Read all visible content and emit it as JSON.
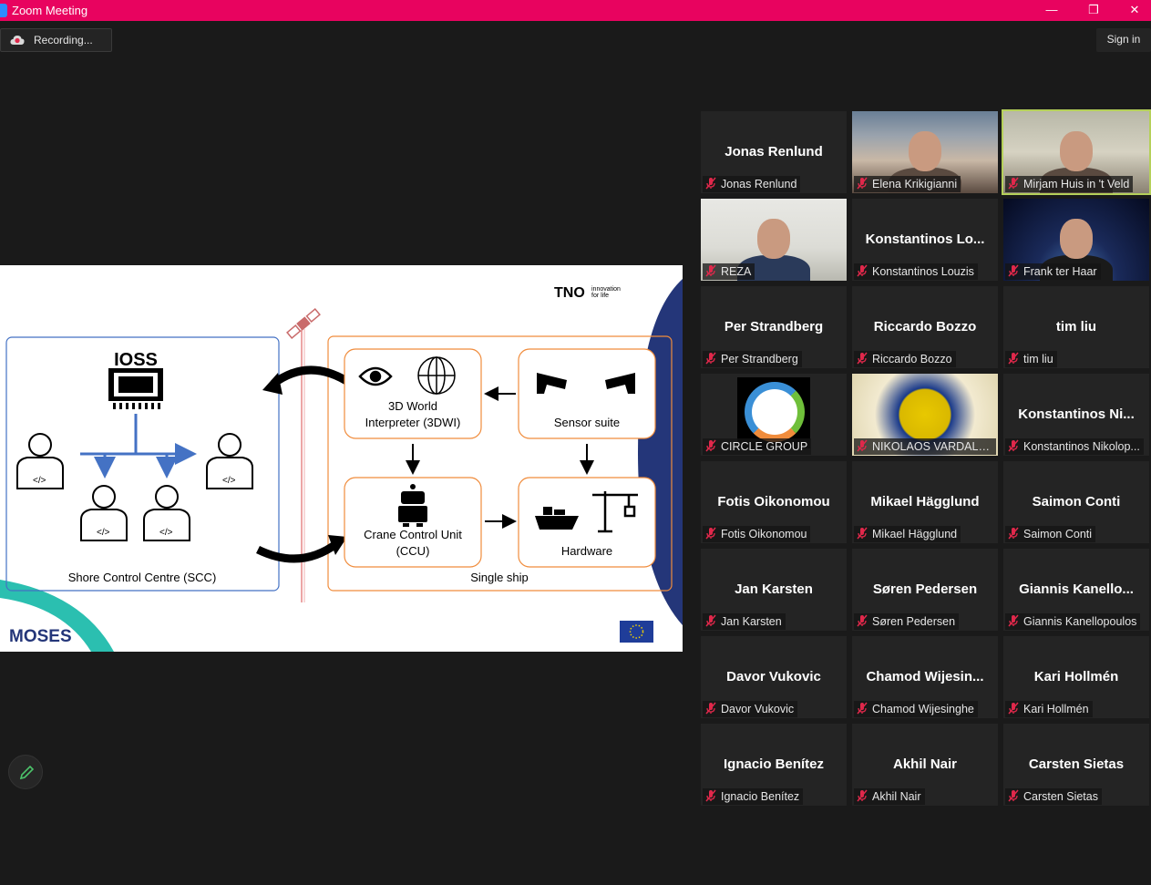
{
  "window": {
    "title": "Zoom Meeting",
    "minimize": "—",
    "restore": "❐",
    "close": "✕"
  },
  "recording": {
    "label": "Recording..."
  },
  "signin": {
    "label": "Sign in"
  },
  "slide": {
    "ioss": "IOSS",
    "tno": "TNO",
    "tno_tag1": "innovation",
    "tno_tag2": "for life",
    "wi_line1": "3D World",
    "wi_line2": "Interpreter (3DWI)",
    "sensor": "Sensor suite",
    "ccu_line1": "Crane Control Unit",
    "ccu_line2": "(CCU)",
    "hardware": "Hardware",
    "scc": "Shore Control Centre (SCC)",
    "ship": "Single ship",
    "moses": "MOSES"
  },
  "participants": [
    {
      "name": "Jonas Renlund",
      "big": "Jonas Renlund",
      "video": false
    },
    {
      "name": "Elena Krikigianni",
      "big": "",
      "video": true
    },
    {
      "name": "Mirjam Huis in 't Veld",
      "big": "",
      "video": true,
      "active": true
    },
    {
      "name": "REZA",
      "big": "",
      "video": true
    },
    {
      "name": "Konstantinos Louzis",
      "big": "Konstantinos  Lo...",
      "video": false
    },
    {
      "name": "Frank ter Haar",
      "big": "",
      "video": true
    },
    {
      "name": "Per Strandberg",
      "big": "Per Strandberg",
      "video": false
    },
    {
      "name": "Riccardo Bozzo",
      "big": "Riccardo Bozzo",
      "video": false
    },
    {
      "name": "tim liu",
      "big": "tim liu",
      "video": false
    },
    {
      "name": "CIRCLE GROUP",
      "big": "",
      "video": true
    },
    {
      "name": "NIKOLAOS VARDALA...",
      "big": "",
      "video": true
    },
    {
      "name": "Konstantinos Nikolop...",
      "big": "Konstantinos  Ni...",
      "video": false
    },
    {
      "name": "Fotis Oikonomou",
      "big": "Fotis Oikonomou",
      "video": false
    },
    {
      "name": "Mikael Hägglund",
      "big": "Mikael Hägglund",
      "video": false
    },
    {
      "name": "Saimon Conti",
      "big": "Saimon Conti",
      "video": false
    },
    {
      "name": "Jan Karsten",
      "big": "Jan Karsten",
      "video": false
    },
    {
      "name": "Søren Pedersen",
      "big": "Søren Pedersen",
      "video": false
    },
    {
      "name": "Giannis Kanellopoulos",
      "big": "Giannis  Kanello...",
      "video": false
    },
    {
      "name": "Davor Vukovic",
      "big": "Davor Vukovic",
      "video": false
    },
    {
      "name": "Chamod Wijesinghe",
      "big": "Chamod  Wijesin...",
      "video": false
    },
    {
      "name": "Kari Hollmén",
      "big": "Kari Hollmén",
      "video": false
    },
    {
      "name": "Ignacio Benítez",
      "big": "Ignacio Benítez",
      "video": false
    },
    {
      "name": "Akhil Nair",
      "big": "Akhil Nair",
      "video": false
    },
    {
      "name": "Carsten Sietas",
      "big": "Carsten Sietas",
      "video": false
    }
  ]
}
